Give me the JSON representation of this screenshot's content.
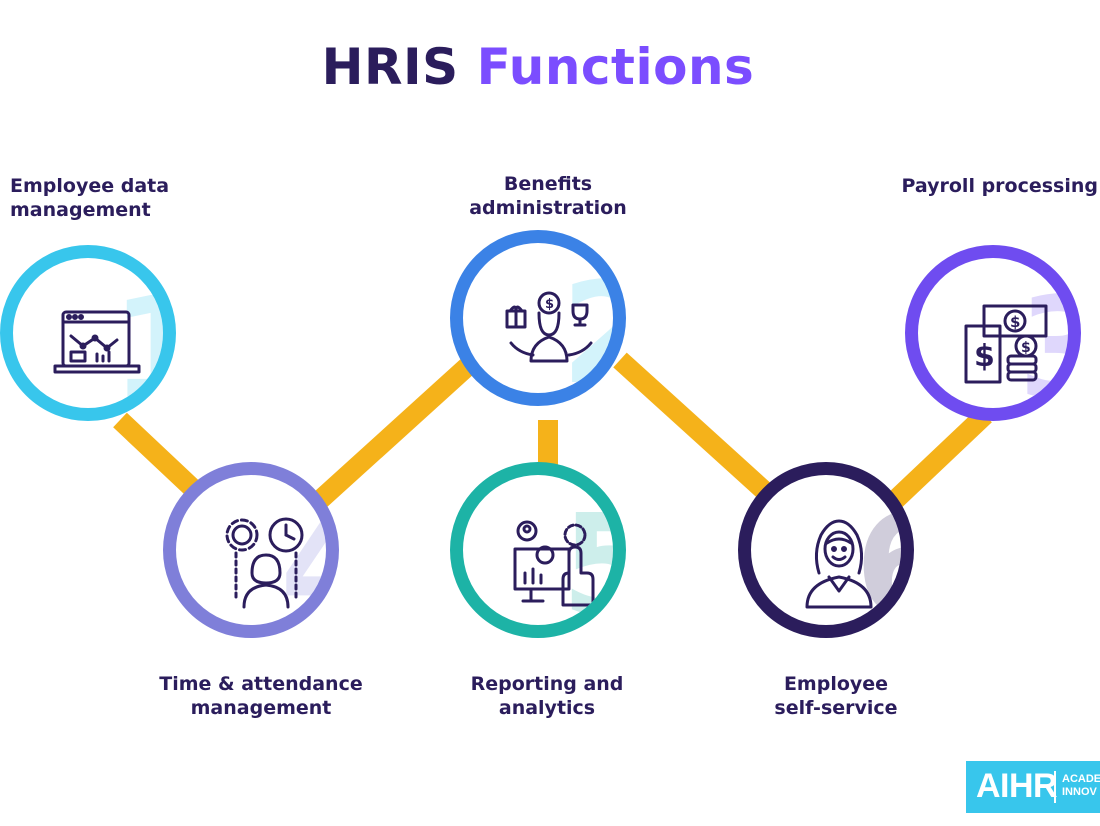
{
  "title": {
    "part1": "HRIS",
    "part2": "Functions"
  },
  "colors": {
    "title_dark": "#2b1d5c",
    "title_accent": "#7b4dff",
    "connector": "#f5b21a",
    "node1": "#38c6ec",
    "node2": "#3b82e6",
    "node3": "#6f4cf0",
    "node4": "#7f7fd9",
    "node5": "#1db3a6",
    "node6": "#2b1d5c"
  },
  "nodes": [
    {
      "number": "1",
      "label_line1": "Employee data",
      "label_line2": "management",
      "icon": "laptop-chart-icon"
    },
    {
      "number": "2",
      "label_line1": "Benefits",
      "label_line2": "administration",
      "icon": "benefits-person-icon"
    },
    {
      "number": "3",
      "label_line1": "Payroll processing",
      "label_line2": "",
      "icon": "money-coins-icon"
    },
    {
      "number": "4",
      "label_line1": "Time & attendance",
      "label_line2": "management",
      "icon": "gear-clock-person-icon"
    },
    {
      "number": "5",
      "label_line1": "Reporting and",
      "label_line2": "analytics",
      "icon": "monitor-analytics-icon"
    },
    {
      "number": "6",
      "label_line1": "Employee",
      "label_line2": "self-service",
      "icon": "woman-employee-icon"
    }
  ],
  "logo": {
    "text": "AIHR",
    "sub_line1": "ACADE",
    "sub_line2": "INNOV"
  }
}
